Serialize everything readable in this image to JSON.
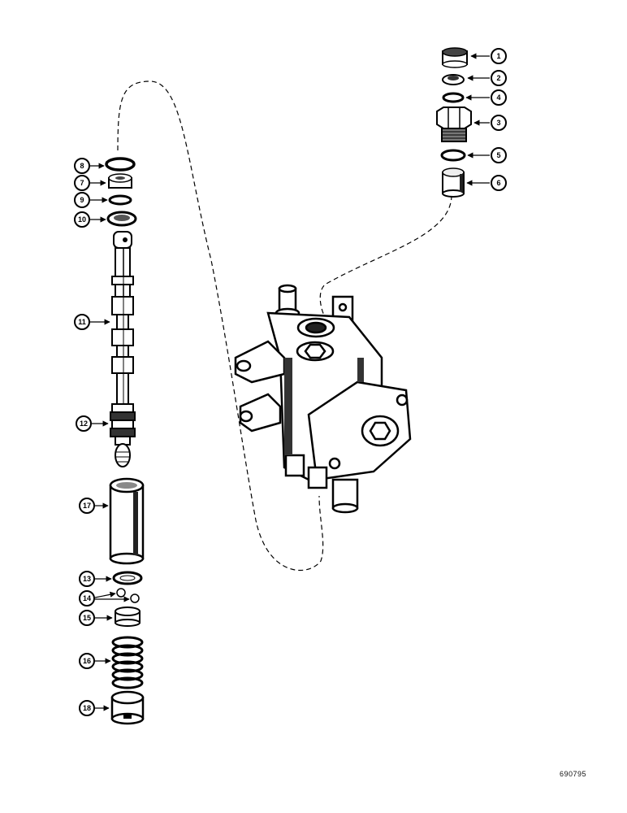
{
  "figure_code": "690795",
  "callouts": {
    "c1": "1",
    "c2": "2",
    "c3": "3",
    "c4": "4",
    "c5": "5",
    "c6": "6",
    "c7": "7",
    "c8": "8",
    "c9": "9",
    "c10": "10",
    "c11": "11",
    "c12": "12",
    "c13": "13",
    "c14": "14",
    "c15": "15",
    "c16": "16",
    "c17": "17",
    "c18": "18"
  }
}
